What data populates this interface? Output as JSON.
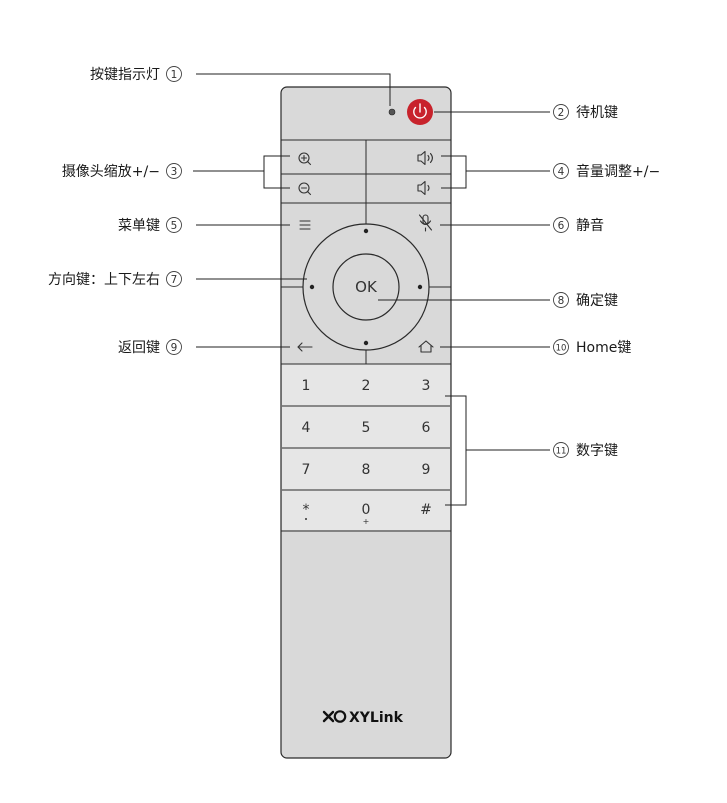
{
  "remote": {
    "ok_label": "OK",
    "brand": "XYLink",
    "numpad": [
      "1",
      "2",
      "3",
      "4",
      "5",
      "6",
      "7",
      "8",
      "9",
      "*",
      "0",
      "#"
    ],
    "colors": {
      "body": "#d9d9d9",
      "numpad": "#e6e6e6",
      "power": "#c8232c"
    }
  },
  "callouts": [
    {
      "id": "indicator",
      "text": "按键指示灯",
      "num": "1"
    },
    {
      "id": "standby",
      "text": "待机键",
      "num": "2"
    },
    {
      "id": "camera-zoom",
      "text": "摄像头缩放+/−",
      "num": "3"
    },
    {
      "id": "volume",
      "text": "音量调整+/−",
      "num": "4"
    },
    {
      "id": "menu",
      "text": "菜单键",
      "num": "5"
    },
    {
      "id": "mute",
      "text": "静音",
      "num": "6"
    },
    {
      "id": "direction",
      "text": "方向键：上下左右",
      "num": "7"
    },
    {
      "id": "confirm",
      "text": "确定键",
      "num": "8"
    },
    {
      "id": "back",
      "text": "返回键",
      "num": "9"
    },
    {
      "id": "home",
      "text": "Home键",
      "num": "10"
    },
    {
      "id": "numeric",
      "text": "数字键",
      "num": "11"
    }
  ]
}
